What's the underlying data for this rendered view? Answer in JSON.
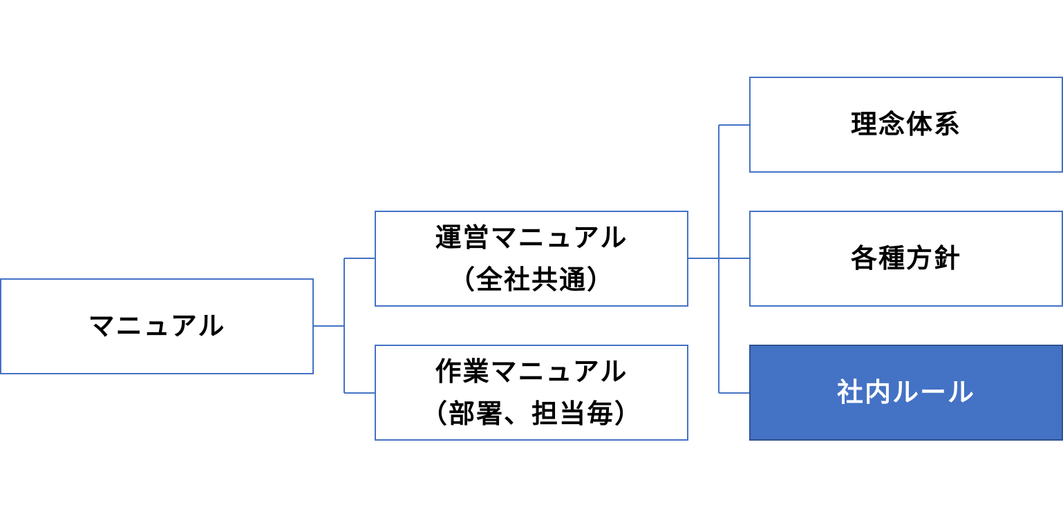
{
  "diagram": {
    "root": {
      "label": "マニュアル"
    },
    "operations_manual": {
      "line1": "運営マニュアル",
      "line2": "（全社共通）"
    },
    "work_manual": {
      "line1": "作業マニュアル",
      "line2": "（部署、担当毎）"
    },
    "philosophy": {
      "label": "理念体系"
    },
    "policies": {
      "label": "各種方針"
    },
    "internal_rules": {
      "label": "社内ルール"
    }
  },
  "colors": {
    "border": "#4472c4",
    "highlight_fill": "#4472c4",
    "highlight_text": "#ffffff",
    "connector": "#4472c4"
  }
}
